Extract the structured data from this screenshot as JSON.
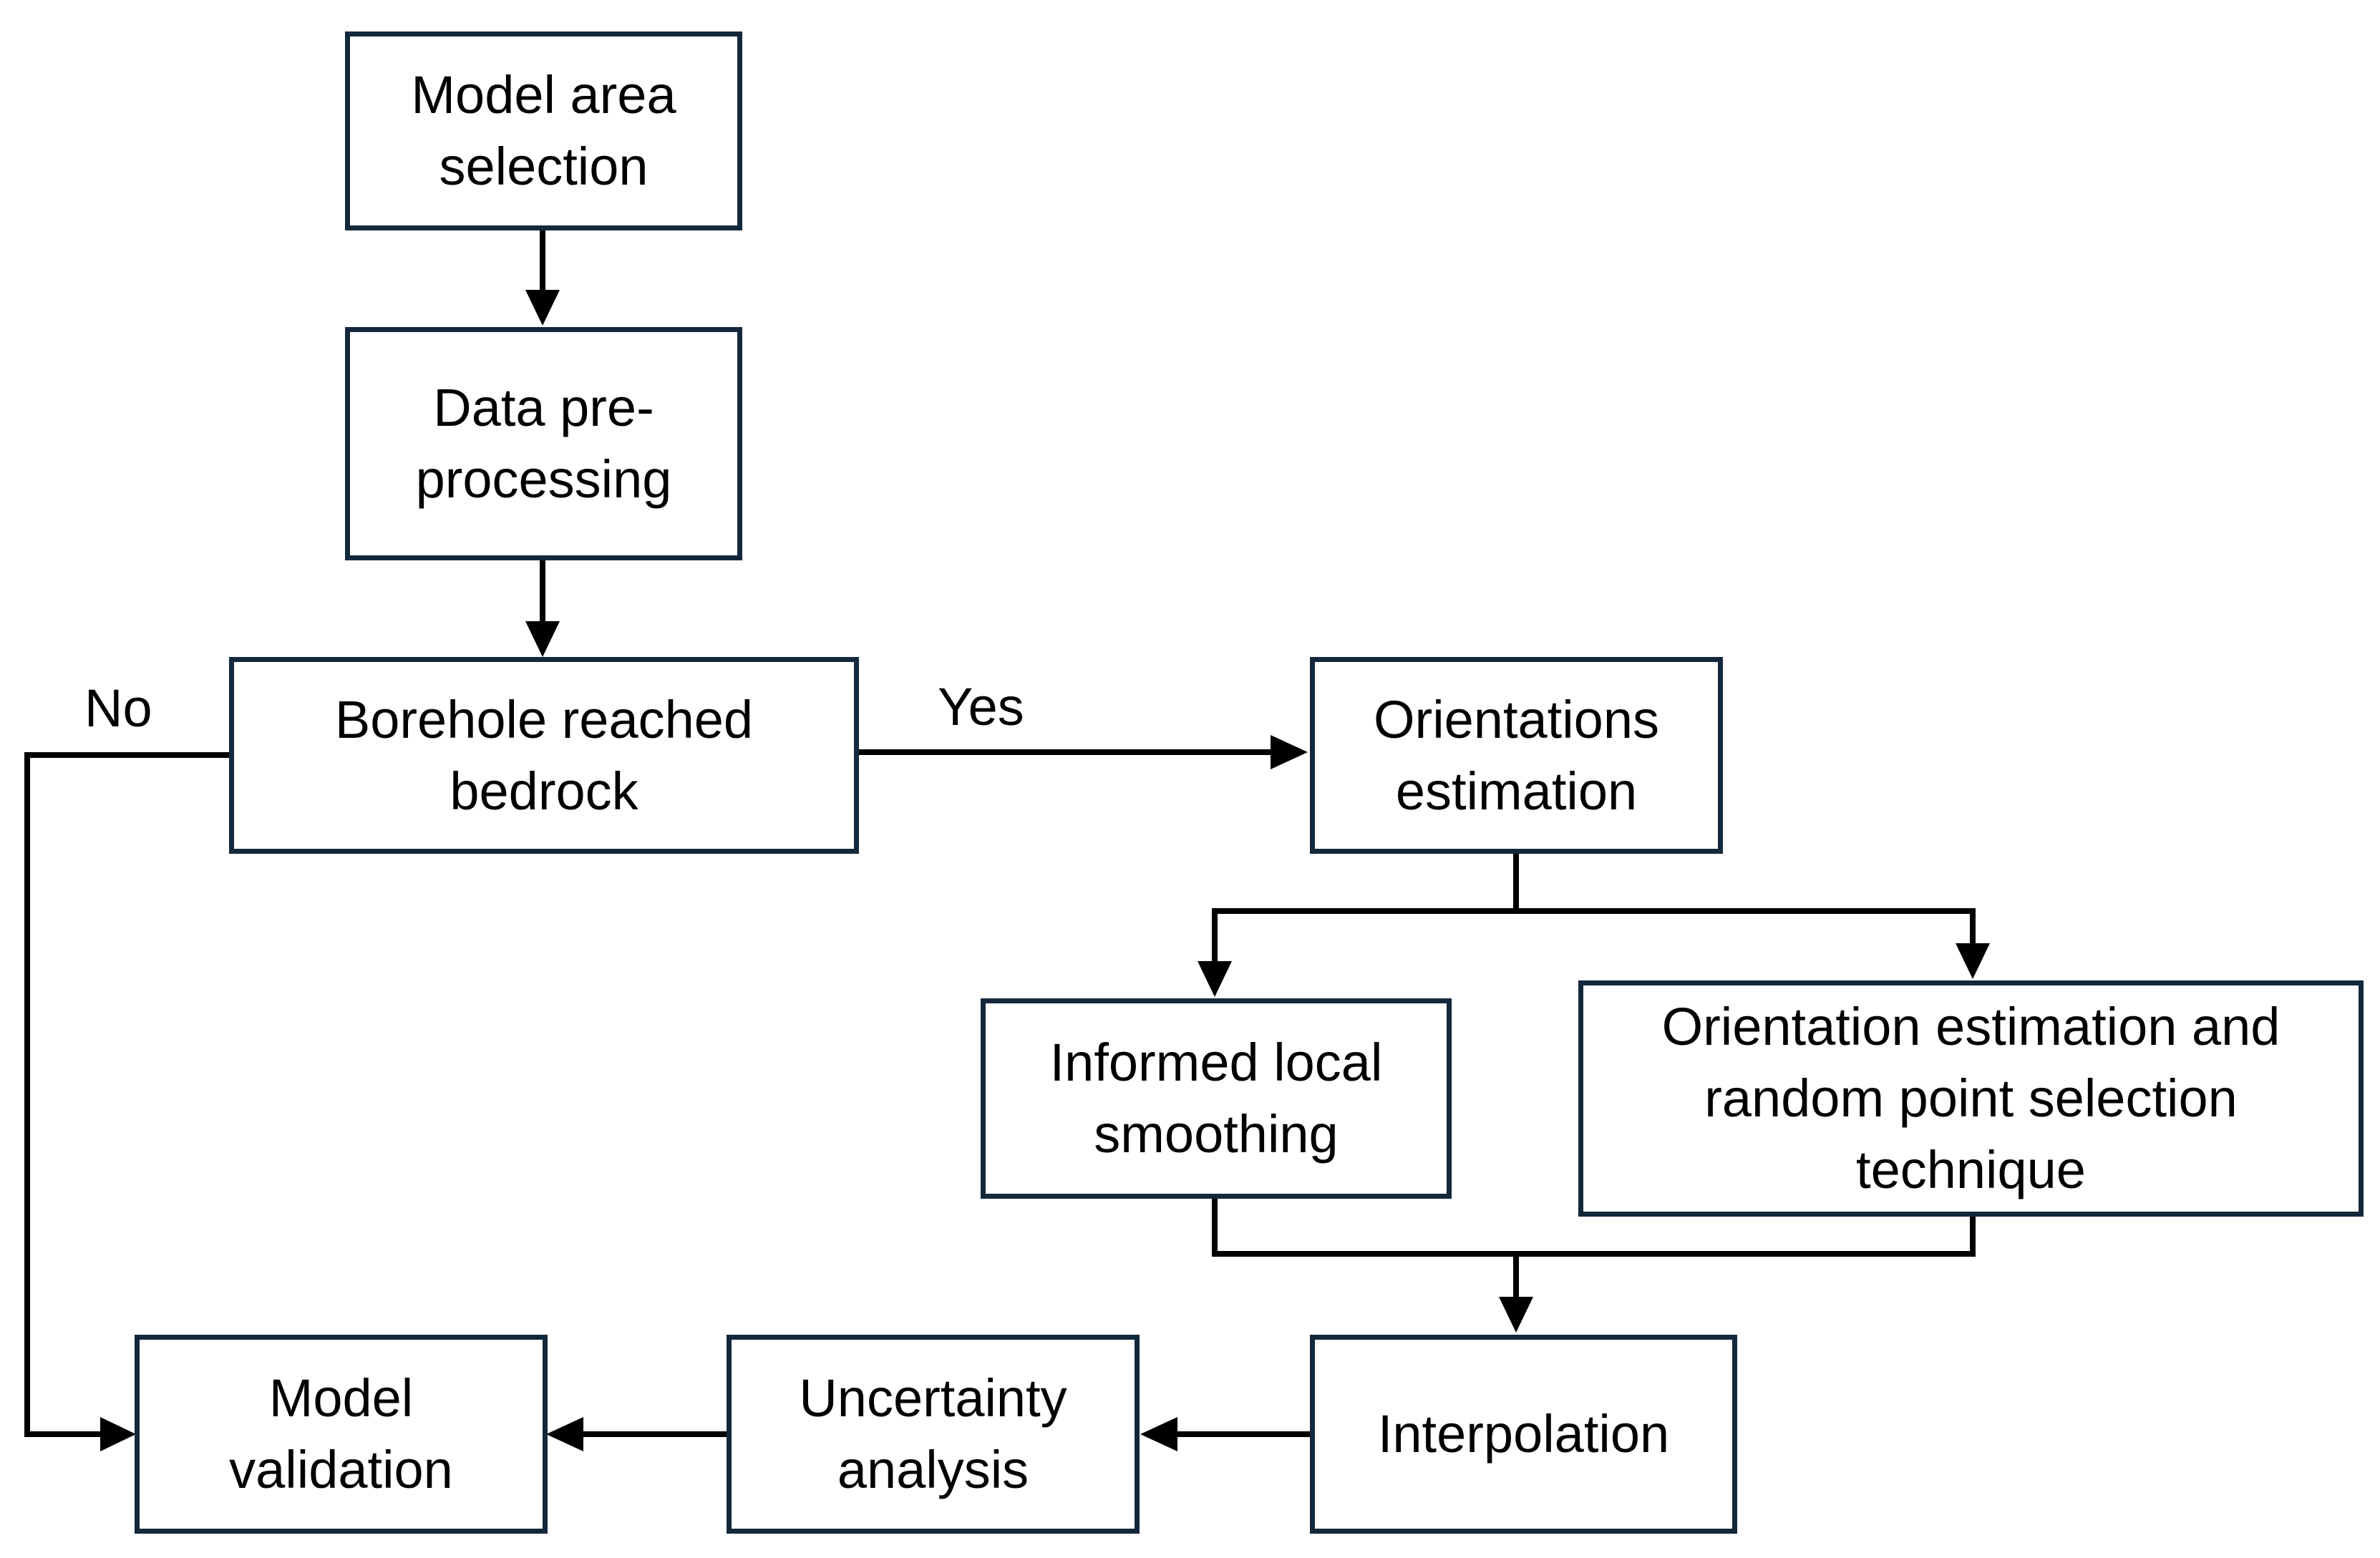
{
  "diagram": {
    "nodes": {
      "model_area_selection": "Model area\nselection",
      "data_preprocessing": "Data pre-\nprocessing",
      "borehole_reached_bedrock": "Borehole reached\nbedrock",
      "orientations_estimation": "Orientations\nestimation",
      "informed_local_smoothing": "Informed local\nsmoothing",
      "orientation_random_point": "Orientation estimation and\nrandom point selection\ntechnique",
      "interpolation": "Interpolation",
      "uncertainty_analysis": "Uncertainty\nanalysis",
      "model_validation": "Model\nvalidation"
    },
    "edge_labels": {
      "no": "No",
      "yes": "Yes"
    },
    "colors": {
      "box_border": "#14283c",
      "line": "#000000"
    }
  }
}
